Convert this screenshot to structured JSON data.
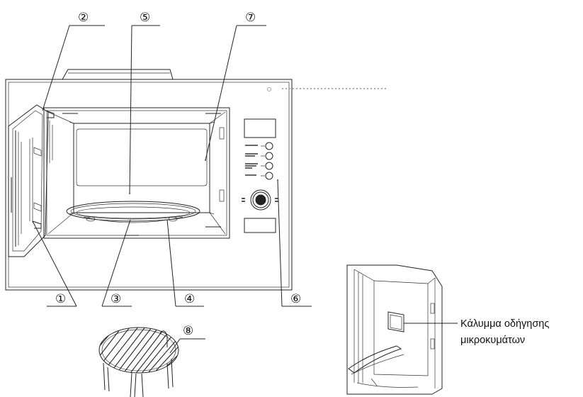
{
  "callouts": {
    "n1": "①",
    "n2": "②",
    "n3": "③",
    "n4": "④",
    "n5": "⑤",
    "n6": "⑥",
    "n7": "⑦",
    "n8": "⑧"
  },
  "side_view_caption": {
    "line1": "Κάλυμμα οδήγησης",
    "line2": "μικροκυμάτων"
  }
}
